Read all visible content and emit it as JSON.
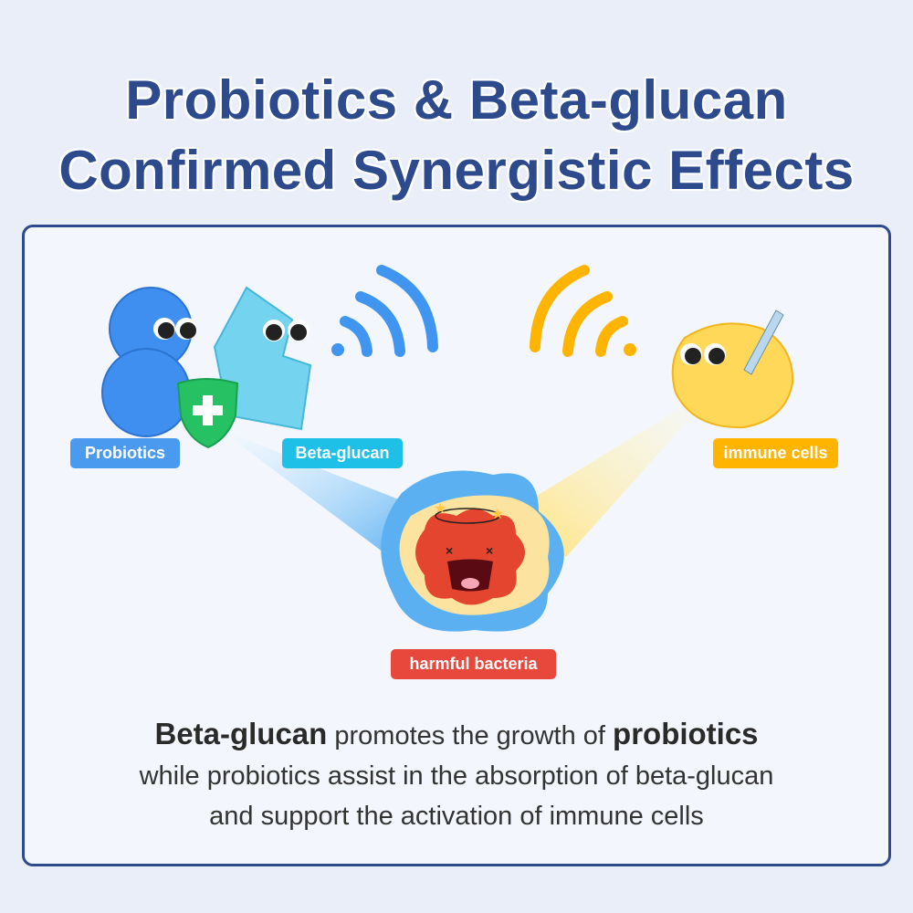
{
  "title": {
    "line1": "Probiotics & Beta-glucan",
    "line2": "Confirmed Synergistic Effects"
  },
  "labels": {
    "probiotics": "Probiotics",
    "beta_glucan": "Beta-glucan",
    "immune_cells": "immune cells",
    "harmful_bacteria": "harmful bacteria"
  },
  "description": {
    "bold1": "Beta-glucan",
    "text1": " promotes the growth of ",
    "bold2": "probiotics",
    "line2": "while probiotics assist in the absorption of beta-glucan",
    "line3": "and support the activation of immune cells"
  },
  "colors": {
    "navy": "#2c4a8c",
    "probiotics": "#4a9bf0",
    "beta_glucan": "#1fc0e8",
    "immune": "#ffb400",
    "bacteria": "#e8473c"
  }
}
